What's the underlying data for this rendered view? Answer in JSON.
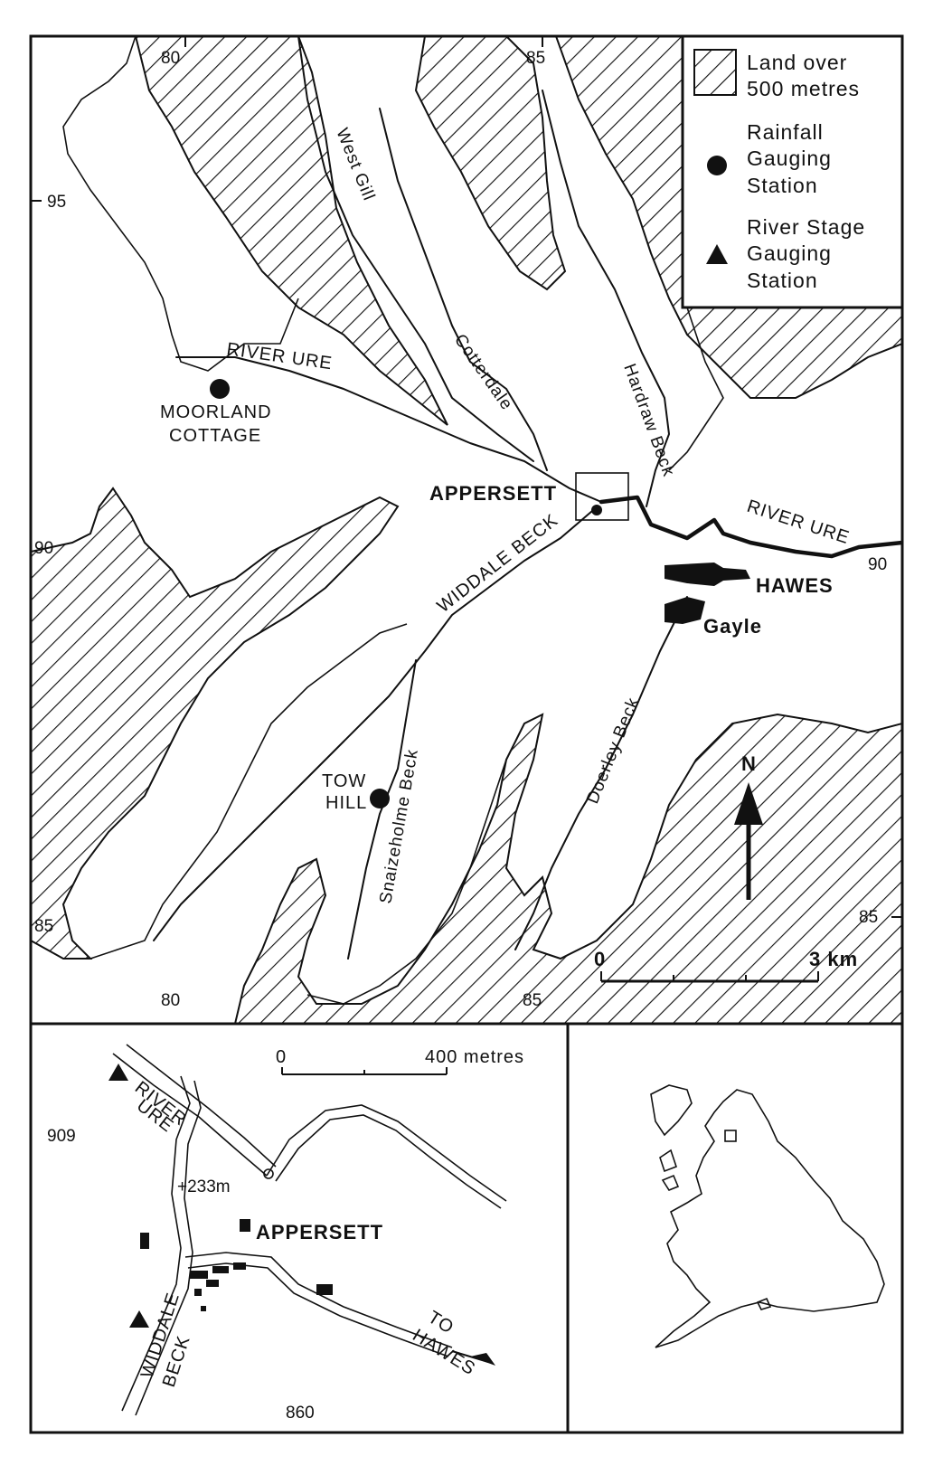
{
  "legend": {
    "land_line1": "Land over",
    "land_line2": "500 metres",
    "rain_line1": "Rainfall",
    "rain_line2": "Gauging",
    "rain_line3": "Station",
    "river_line1": "River Stage",
    "river_line2": "Gauging",
    "river_line3": "Station"
  },
  "main_map": {
    "grid_top": [
      "80",
      "85"
    ],
    "grid_bottom": [
      "80",
      "85"
    ],
    "grid_left": [
      "95",
      "90",
      "85"
    ],
    "grid_right": [
      "90",
      "85"
    ],
    "places": {
      "appersett": "APPERSETT",
      "hawes": "HAWES",
      "gayle": "Gayle",
      "moorland_1": "MOORLAND",
      "moorland_2": "COTTAGE",
      "tow_1": "TOW",
      "tow_2": "HILL"
    },
    "rivers": {
      "river_ure_west": "RIVER  URE",
      "river_ure_east": "RIVER URE",
      "west_gill": "West Gill",
      "cotterdale": "Cotterdale",
      "hardraw": "Hardraw  Beck",
      "widdale": "WIDDALE  BECK",
      "snaizeholme": "Snaizeholme  Beck",
      "doerley": "Doerley  Beck"
    },
    "north": "N",
    "scale_start": "0",
    "scale_end": "3 km"
  },
  "inset": {
    "scale_start": "0",
    "scale_end": "400 metres",
    "grid_left": "909",
    "grid_bottom": "860",
    "river_ure_1": "RIVER",
    "river_ure_2": "URE",
    "spot_height": "+233m",
    "appersett": "APPERSETT",
    "widdale_1": "WIDDALE",
    "widdale_2": "BECK",
    "to_1": "TO",
    "to_2": "HAWES"
  }
}
